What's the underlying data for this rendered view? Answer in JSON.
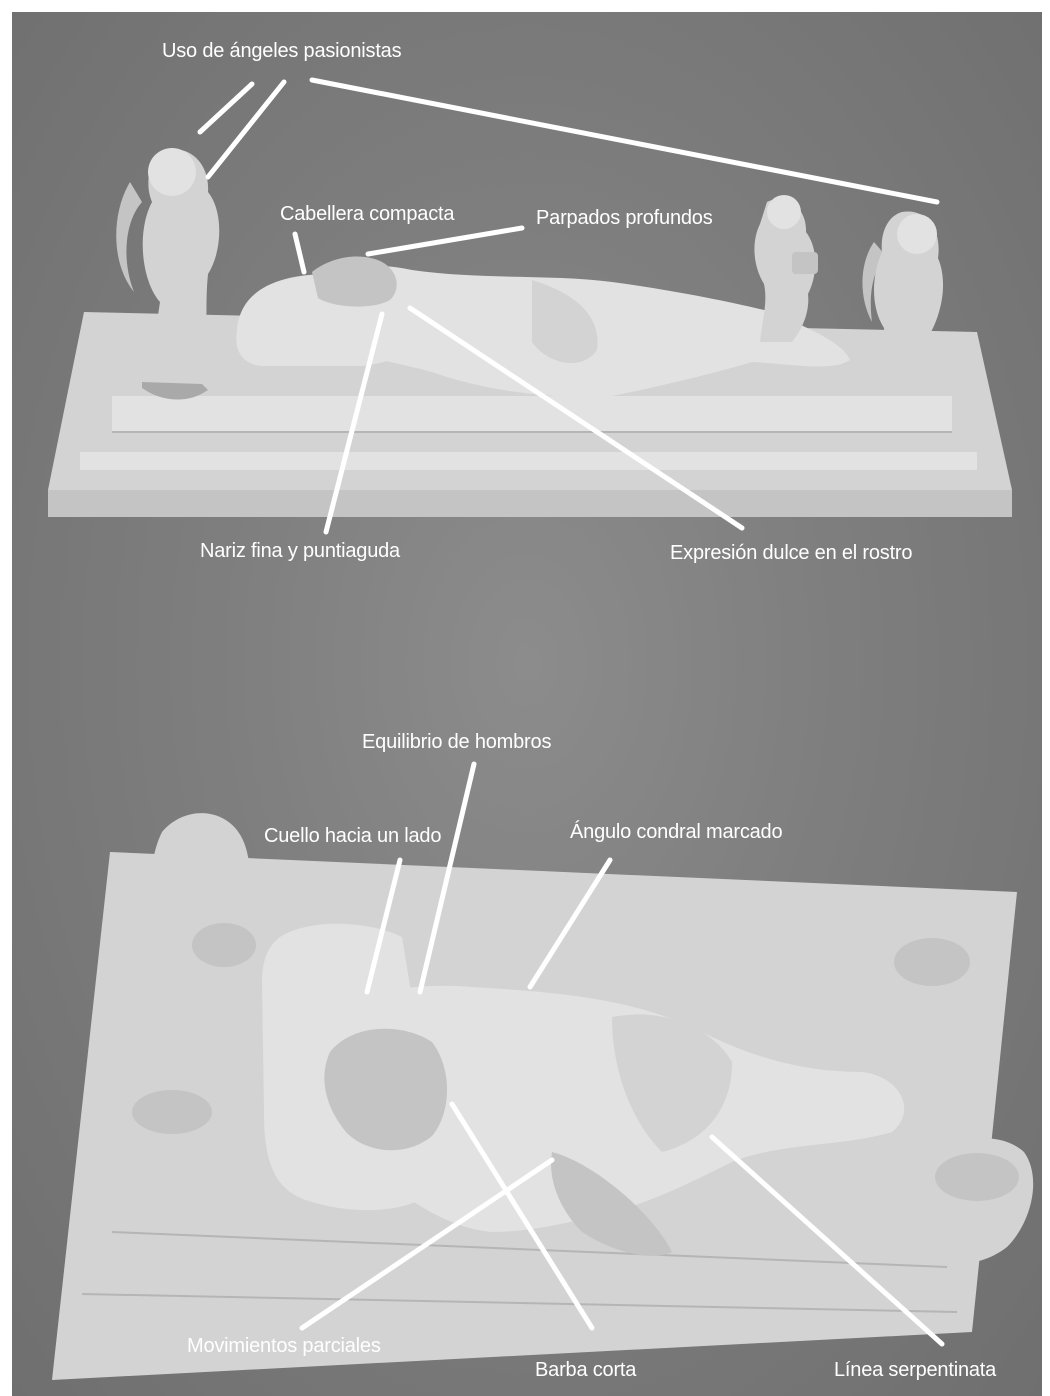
{
  "views": [
    {
      "name": "side-view",
      "labels": [
        "Uso de ángeles pasionistas",
        "Cabellera compacta",
        "Parpados profundos",
        "Nariz fina y puntiaguda",
        "Expresión dulce en el rostro"
      ]
    },
    {
      "name": "top-view",
      "labels": [
        "Equilibrio de hombros",
        "Cuello hacia un lado",
        "Ángulo condral marcado",
        "Movimientos parciales",
        "Barba corta",
        "Línea serpentinata"
      ]
    }
  ],
  "colors": {
    "background": "#7f7f7f",
    "stone": "#d3d3d3",
    "annotation": "#ffffff"
  }
}
